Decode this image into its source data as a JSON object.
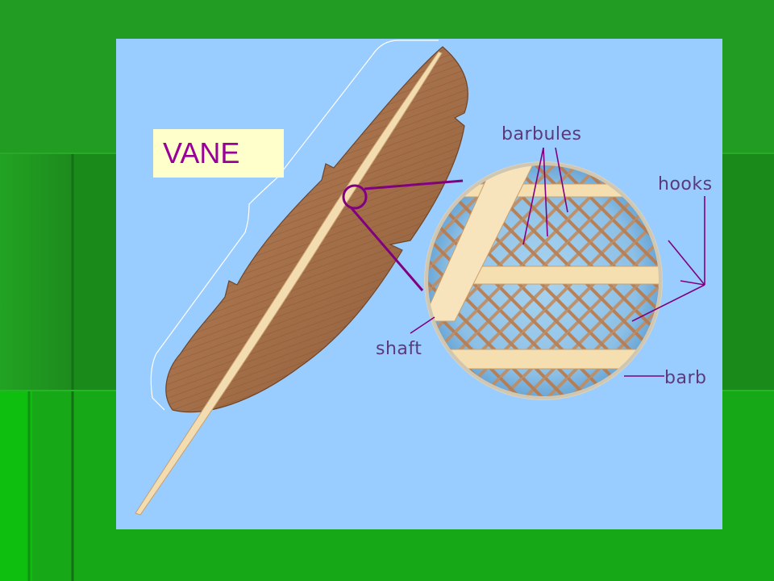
{
  "callout": {
    "label": "VANE"
  },
  "labels": {
    "barbules": "barbules",
    "hooks": "hooks",
    "shaft": "shaft",
    "barb": "barb"
  },
  "colors": {
    "slide_green": "#1f8f1f",
    "figure_bg": "#99ccff",
    "feather_brown": "#a87550",
    "shaft_cream": "#f3dcb0",
    "label_purple": "#800080",
    "callout_bg": "#ffffcc",
    "callout_text": "#990099"
  }
}
